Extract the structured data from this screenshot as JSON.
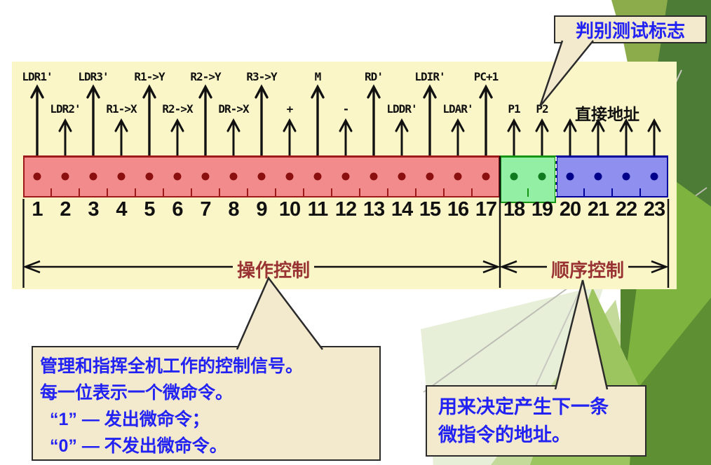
{
  "diagram": {
    "bits_total": 23,
    "bit_numbers": [
      "1",
      "2",
      "3",
      "4",
      "5",
      "6",
      "7",
      "8",
      "9",
      "10",
      "11",
      "12",
      "13",
      "14",
      "15",
      "16",
      "17",
      "18",
      "19",
      "20",
      "21",
      "22",
      "23"
    ],
    "regions": [
      {
        "id": "operation-control",
        "from": 1,
        "to": 17,
        "fill": "#F28B8B",
        "border": "#9E1A1A",
        "dot": "#8B0F0F"
      },
      {
        "id": "test-flag",
        "from": 18,
        "to": 19,
        "fill": "#93EFA3",
        "border": "#159415",
        "dot": "#0F7A1E"
      },
      {
        "id": "direct-address",
        "from": 20,
        "to": 23,
        "fill": "#8F8FEF",
        "border": "#00009B",
        "dot": "#00008B"
      }
    ],
    "signal_labels": [
      {
        "bit": 1,
        "row": 1,
        "text": "LDR1'"
      },
      {
        "bit": 2,
        "row": 2,
        "text": "LDR2'"
      },
      {
        "bit": 3,
        "row": 1,
        "text": "LDR3'"
      },
      {
        "bit": 4,
        "row": 2,
        "text": "R1->X"
      },
      {
        "bit": 5,
        "row": 1,
        "text": "R1->Y"
      },
      {
        "bit": 6,
        "row": 2,
        "text": "R2->X"
      },
      {
        "bit": 7,
        "row": 1,
        "text": "R2->Y"
      },
      {
        "bit": 8,
        "row": 2,
        "text": "DR->X"
      },
      {
        "bit": 9,
        "row": 1,
        "text": "R3->Y"
      },
      {
        "bit": 10,
        "row": 2,
        "text": "+"
      },
      {
        "bit": 11,
        "row": 1,
        "text": "M"
      },
      {
        "bit": 12,
        "row": 2,
        "text": "-"
      },
      {
        "bit": 13,
        "row": 1,
        "text": "RD'"
      },
      {
        "bit": 14,
        "row": 2,
        "text": "LDDR'"
      },
      {
        "bit": 15,
        "row": 1,
        "text": "LDIR'"
      },
      {
        "bit": 16,
        "row": 2,
        "text": "LDAR'"
      },
      {
        "bit": 17,
        "row": 1,
        "text": "PC+1"
      },
      {
        "bit": 18,
        "row": 2,
        "text": "P1"
      },
      {
        "bit": 19,
        "row": 2,
        "text": "P2"
      }
    ],
    "direct_address_label": "直接地址",
    "spans": [
      {
        "label": "操作控制",
        "from": 1,
        "to": 17,
        "label_offset": 17
      },
      {
        "label": "顺序控制",
        "from": 18,
        "to": 23,
        "label_offset": 5
      }
    ]
  },
  "callouts": {
    "top_right": {
      "text": "判别测试标志"
    },
    "bottom_left": {
      "lines": [
        "管理和指挥全机工作的控制信号。",
        "每一位表示一个微命令。",
        "“1” — 发出微命令；",
        "“0” — 不发出微命令。"
      ]
    },
    "bottom_right": {
      "lines": [
        "用来决定产生下一条",
        "微指令的地址。"
      ]
    }
  },
  "colors": {
    "panel_bg": "#FAF6C8",
    "callout_bg": "#F3E9CD",
    "callout_text": "#2222F2",
    "span_text": "#993333",
    "red_fill": "#F28B8B",
    "green_fill": "#93EFA3",
    "blue_fill": "#8F8FEF",
    "deco_green_dark": "#4D7C36",
    "deco_green_olive": "#8CAC4B",
    "deco_green_bright": "#7FB33F"
  }
}
